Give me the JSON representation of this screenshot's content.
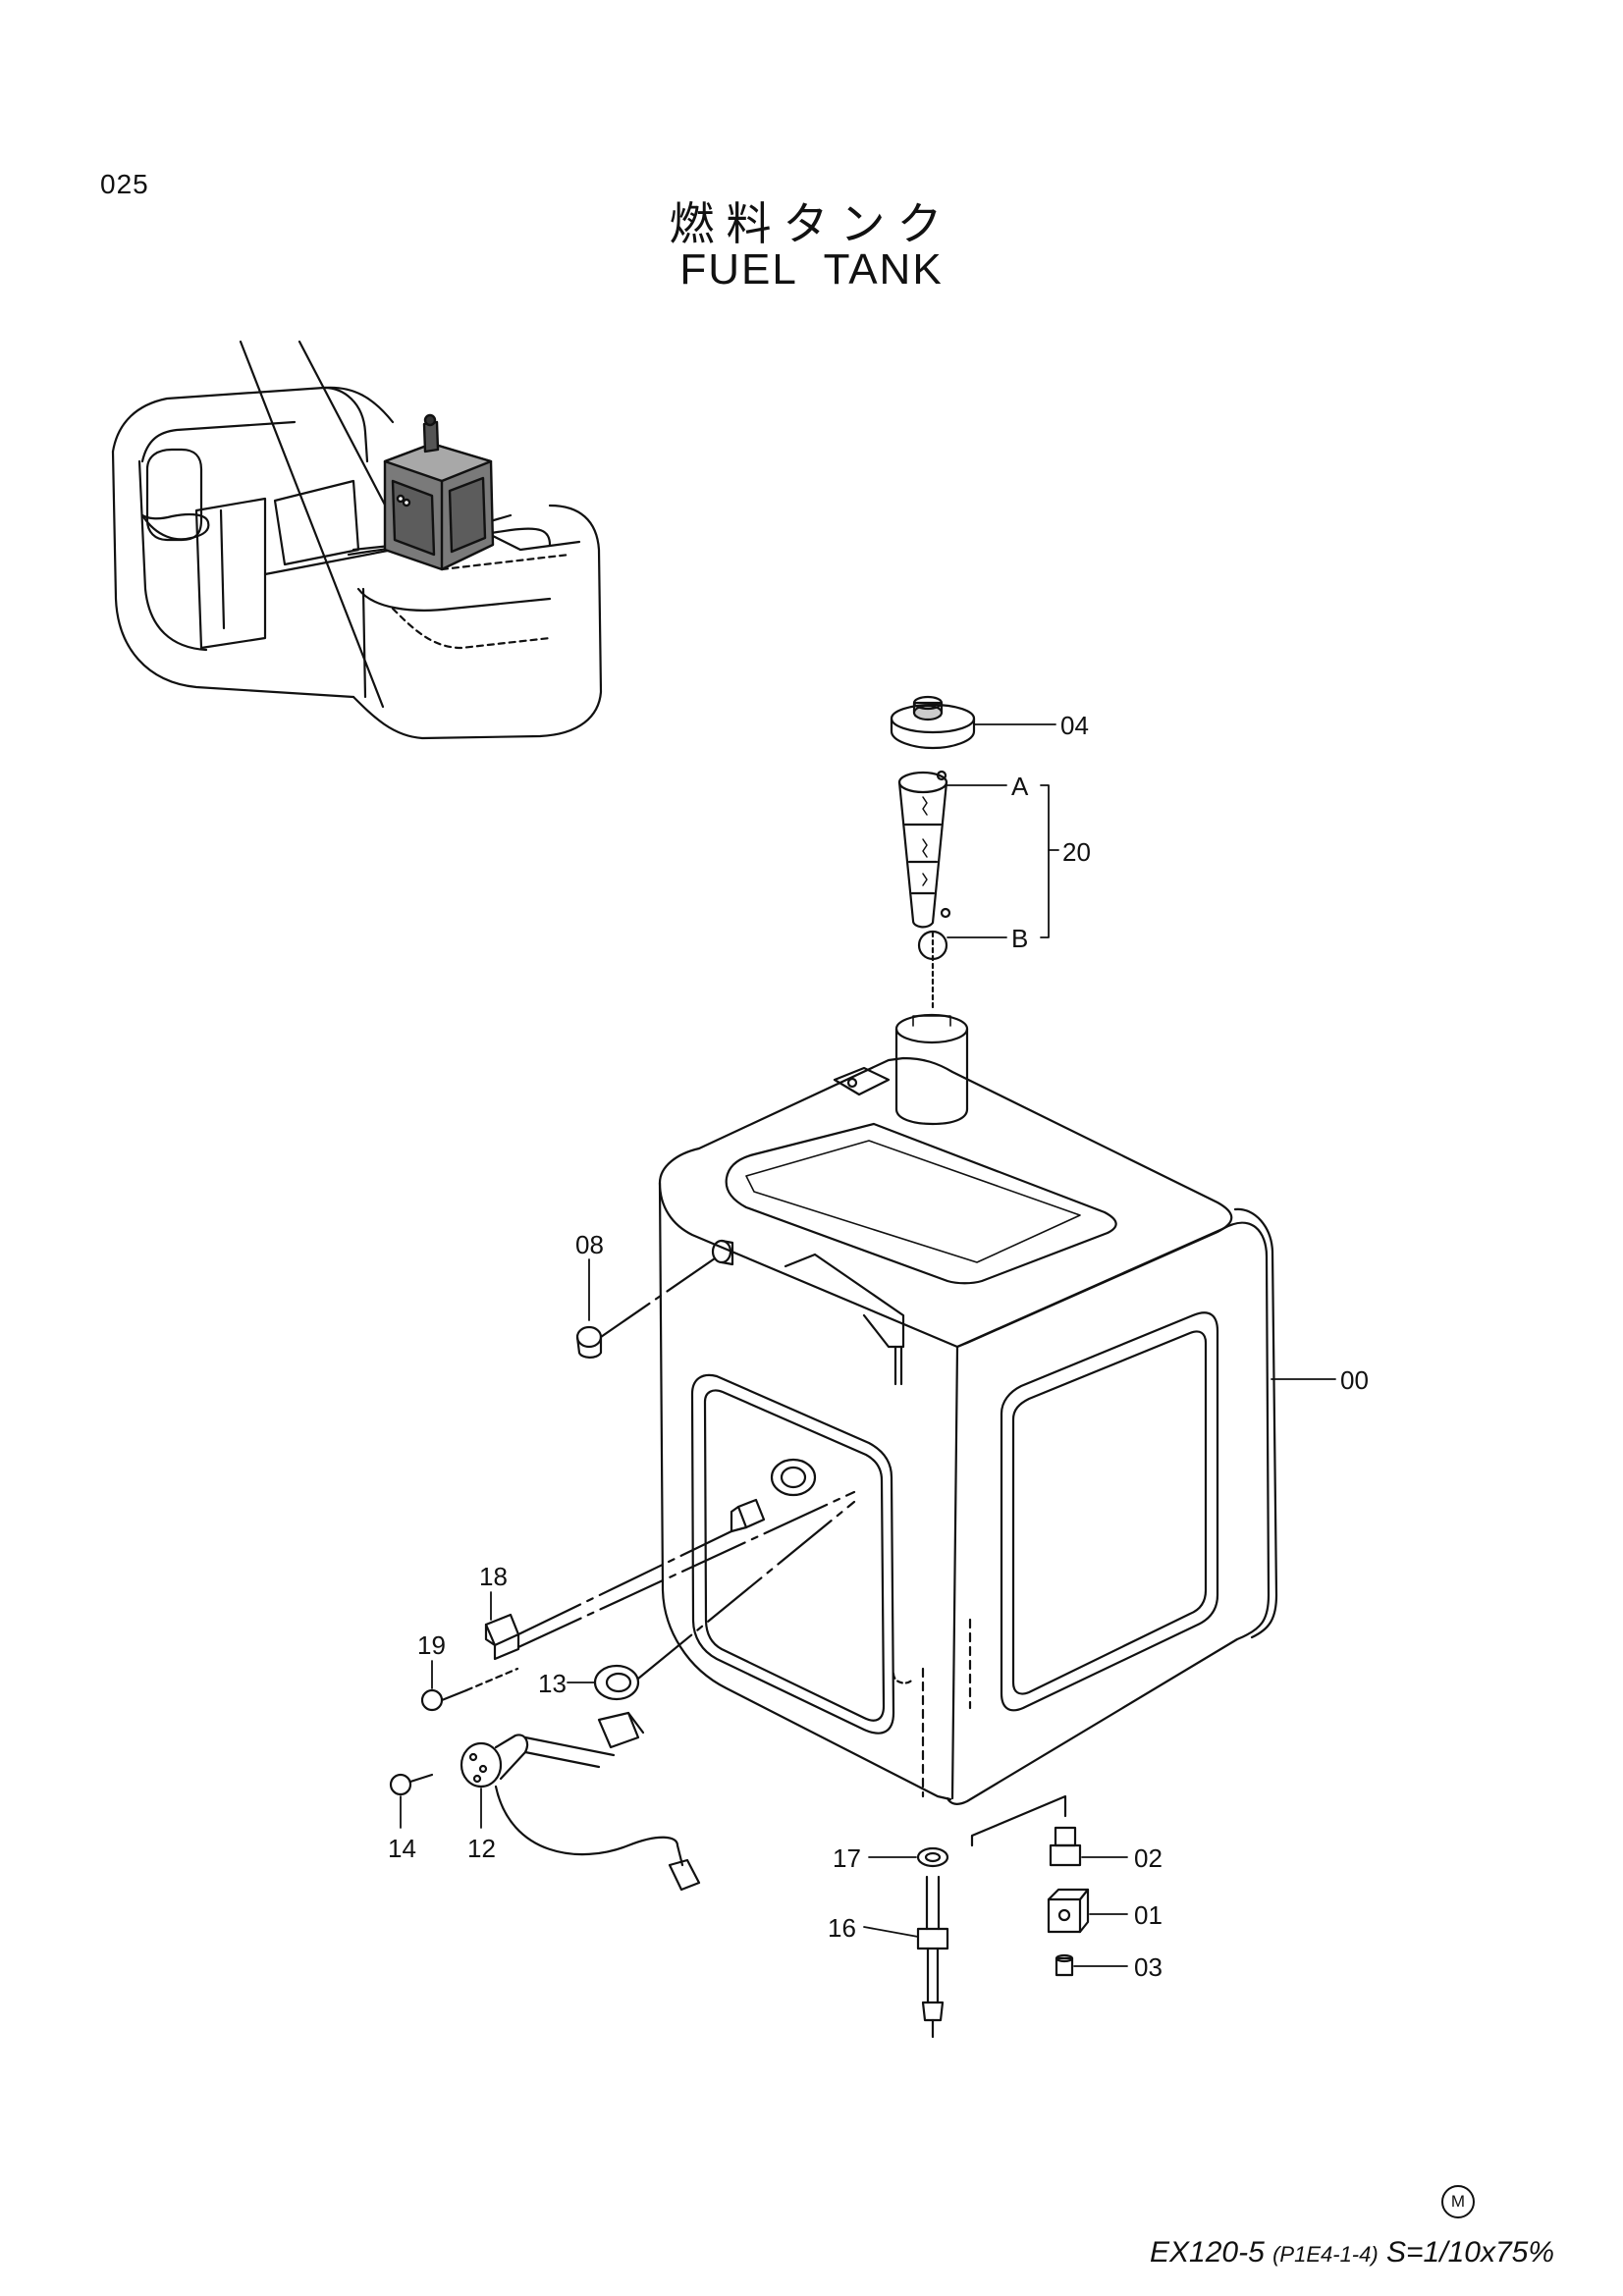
{
  "page_number": "025",
  "title_jp": "燃料タンク",
  "title_en": "FUEL TANK",
  "callouts": {
    "p00": "00",
    "p01": "01",
    "p02": "02",
    "p03": "03",
    "p04": "04",
    "p08": "08",
    "p12": "12",
    "p13": "13",
    "p14": "14",
    "p16": "16",
    "p17": "17",
    "p18": "18",
    "p19": "19",
    "p20": "20",
    "a": "A",
    "b": "B"
  },
  "footer": {
    "model": "EX120-5",
    "code": "(P1E4-1-4)",
    "scale": "S=1/10x75%",
    "marker": "M"
  }
}
